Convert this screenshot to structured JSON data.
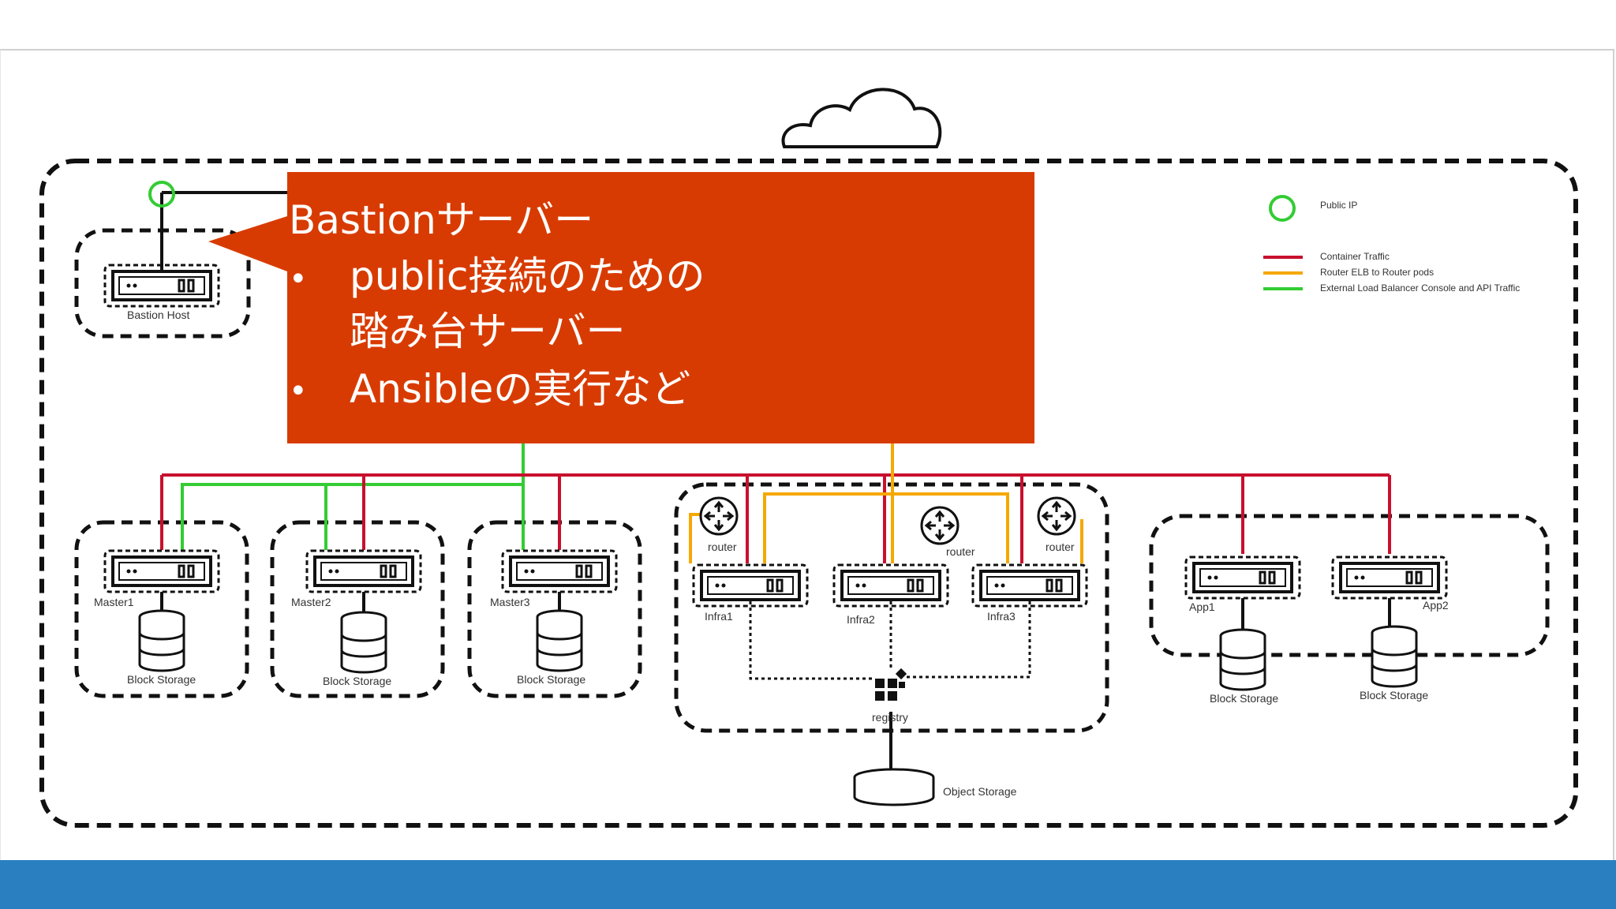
{
  "callout": {
    "title": "Bastionサーバー",
    "bullets": [
      {
        "marker": "•",
        "lines": [
          "public接続のための",
          "踏み台サーバー"
        ]
      },
      {
        "marker": "•",
        "lines": [
          "Ansibleの実行など"
        ]
      }
    ],
    "background": "#d83b01",
    "text_color": "#ffffff"
  },
  "legend": {
    "public_ip": "Public IP",
    "container_traffic": "Container Traffic",
    "router_elb": "Router ELB to Router pods",
    "external_lb": "External Load Balancer Console and API Traffic"
  },
  "colors": {
    "container_traffic": "#c8102e",
    "router_elb": "#f5a800",
    "external_lb": "#33cc33",
    "footer": "#2a7fc1"
  },
  "nodes": {
    "bastion": "Bastion Host",
    "master1": "Master1",
    "master2": "Master2",
    "master3": "Master3",
    "infra1": "Infra1",
    "infra2": "Infra2",
    "infra3": "Infra3",
    "app1": "App1",
    "app2": "App2",
    "block_storage": "Block Storage",
    "router": "router",
    "registry": "registry",
    "object_storage": "Object Storage"
  },
  "icons": [
    "cloud-icon",
    "server-icon",
    "database-icon",
    "router-icon",
    "registry-icon",
    "public-ip-icon"
  ]
}
